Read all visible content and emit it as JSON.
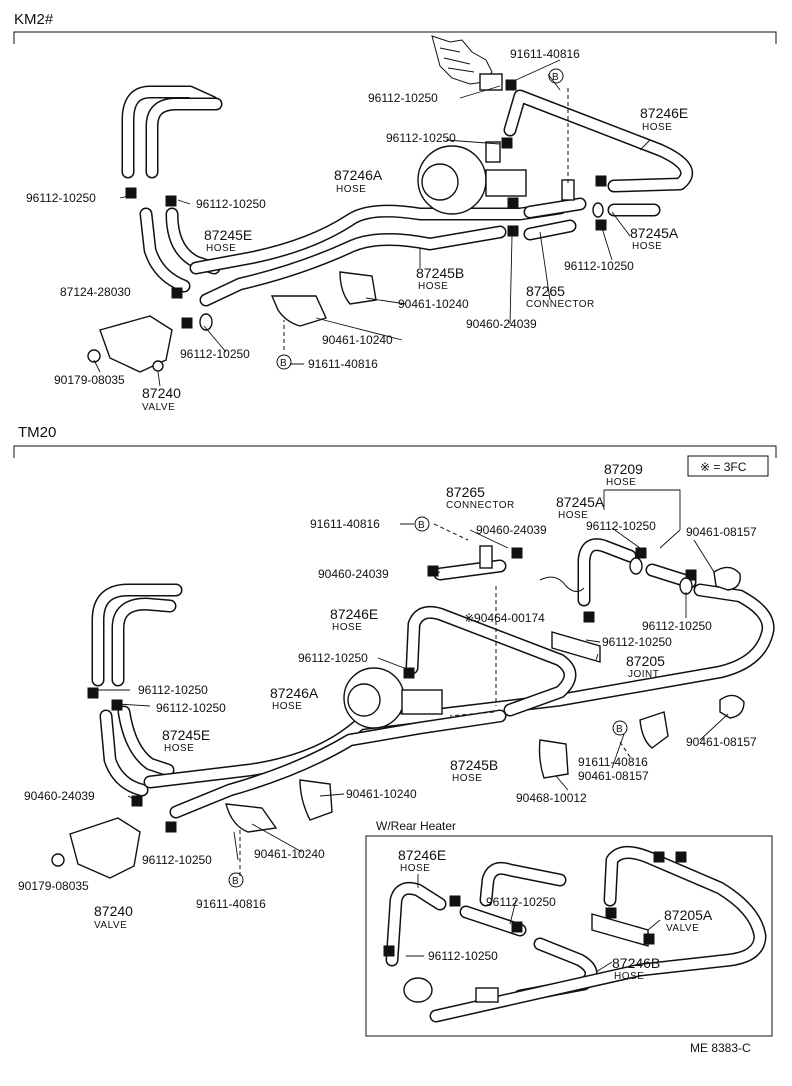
{
  "sections": {
    "km2": "KM2#",
    "tm20": "TM20",
    "rear_heater": "W/Rear Heater"
  },
  "note": "※ = 3FC",
  "doc_code": "ME  8383-C",
  "bolt_marker": "B",
  "km2_labels": {
    "p91611_top": "91611-40816",
    "p96112_a": "96112-10250",
    "p96112_b": "96112-10250",
    "p87246e": "87246E",
    "p87246e_sub": "HOSE",
    "p87246a": "87246A",
    "p87246a_sub": "HOSE",
    "p96112_c": "96112-10250",
    "p96112_d": "96112-10250",
    "p87245e": "87245E",
    "p87245e_sub": "HOSE",
    "p87245a": "87245A",
    "p87245a_sub": "HOSE",
    "p96112_e": "96112-10250",
    "p87245b": "87245B",
    "p87245b_sub": "HOSE",
    "p87124": "87124-28030",
    "p87265": "87265",
    "p87265_sub": "CONNECTOR",
    "p90461_a": "90461-10240",
    "p90460": "90460-24039",
    "p90461_b": "90461-10240",
    "p96112_f": "96112-10250",
    "p91611_bot": "91611-40816",
    "p90179": "90179-08035",
    "p87240": "87240",
    "p87240_sub": "VALVE"
  },
  "tm20_labels": {
    "p87209": "87209",
    "p87209_sub": "HOSE",
    "p87265": "87265",
    "p87265_sub": "CONNECTOR",
    "p87245a": "87245A",
    "p87245a_sub": "HOSE",
    "p91611_a": "91611-40816",
    "p90460_a": "90460-24039",
    "p96112_a": "96112-10250",
    "p90461_08157_a": "90461-08157",
    "p90460_b": "90460-24039",
    "p90464": "※90464-00174",
    "p96112_b": "96112-10250",
    "p87246e": "87246E",
    "p87246e_sub": "HOSE",
    "p96112_c": "96112-10250",
    "p96112_d": "96112-10250",
    "p87205": "87205",
    "p87205_sub": "JOINT",
    "p96112_e": "96112-10250",
    "p96112_f": "96112-10250",
    "p87246a": "87246A",
    "p87246a_sub": "HOSE",
    "p90461_08157_b": "90461-08157",
    "p87245e": "87245E",
    "p87245e_sub": "HOSE",
    "p87245b": "87245B",
    "p87245b_sub": "HOSE",
    "p91611_b": "91611-40816",
    "p90461_08157_c": "90461-08157",
    "p90460_c": "90460-24039",
    "p90461_10240_a": "90461-10240",
    "p90468": "90468-10012",
    "p96112_g": "96112-10250",
    "p90461_10240_b": "90461-10240",
    "p90179": "90179-08035",
    "p87240": "87240",
    "p87240_sub": "VALVE",
    "p91611_c": "91611-40816"
  },
  "rear_labels": {
    "p87246e": "87246E",
    "p87246e_sub": "HOSE",
    "p96112_a": "96112-10250",
    "p87205a": "87205A",
    "p87205a_sub": "VALVE",
    "p96112_b": "96112-10250",
    "p87246b": "87246B",
    "p87246b_sub": "HOSE"
  }
}
